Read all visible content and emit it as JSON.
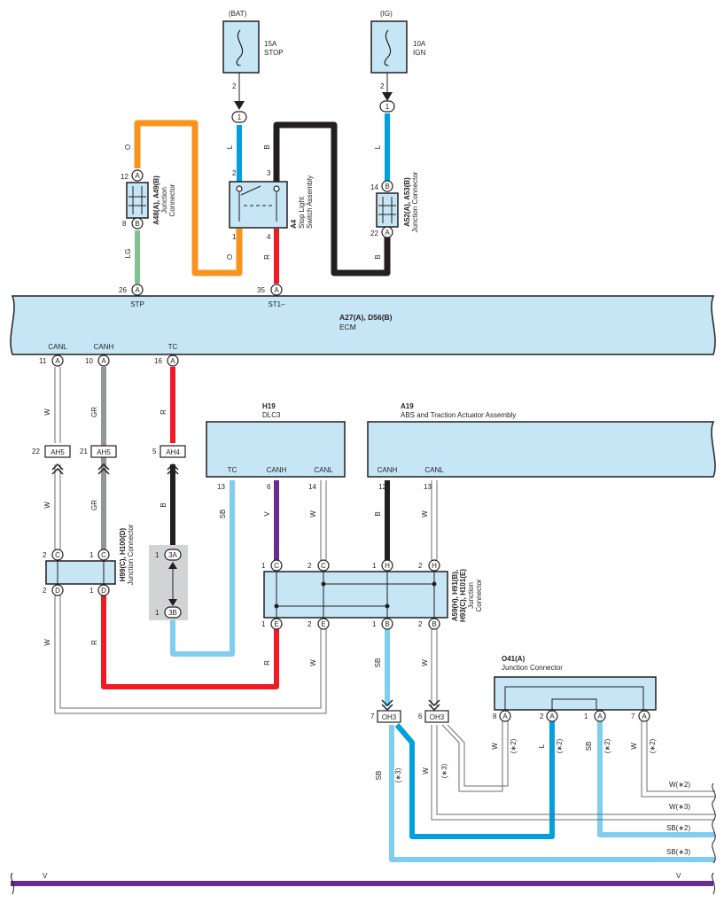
{
  "colors": {
    "component_fill": "#c6e6f5",
    "wire_orange": "#f7941d",
    "wire_blue": "#00a0e0",
    "wire_sky": "#7fcdef",
    "wire_red": "#ed1c24",
    "wire_black": "#231f20",
    "wire_green": "#7dc290",
    "wire_gray": "#939598",
    "wire_violet": "#6a2c8e",
    "wire_white_pair": "#6d6e71"
  },
  "fuses": {
    "bat": {
      "source": "(BAT)",
      "rating": "15A",
      "name": "STOP",
      "pin": "2",
      "conn": "1"
    },
    "ig": {
      "source": "(IG)",
      "rating": "10A",
      "name": "IGN",
      "pin": "2",
      "conn": "1"
    }
  },
  "junction_a48": {
    "id": "A48(A), A49(B)",
    "desc1": "Junction",
    "desc2": "Connector",
    "pin_top": "12",
    "let_top": "A",
    "pin_bot": "8",
    "let_bot": "B",
    "wire_top": "O",
    "wire_bot": "LG"
  },
  "switch_a4": {
    "id": "A4",
    "desc1": "Stop Light",
    "desc2": "Switch Assembly",
    "pins": [
      "2",
      "3",
      "1",
      "4"
    ],
    "wire_in": "L",
    "wire_b": "B",
    "wire_o": "O",
    "wire_r": "R"
  },
  "junction_a52": {
    "id": "A52(A), A53(B)",
    "desc": "Junction Connector",
    "pin_top": "14",
    "let_top": "B",
    "pin_bot": "22",
    "let_bot": "A",
    "wire_in": "L",
    "wire_out": "B"
  },
  "ecm": {
    "id": "A27(A), D56(B)",
    "name": "ECM",
    "top_pins": [
      {
        "num": "26",
        "let": "A",
        "label": "STP"
      },
      {
        "num": "35",
        "let": "A",
        "label": "ST1–"
      }
    ],
    "bottom_pins": [
      {
        "num": "11",
        "let": "A",
        "label": "CANL"
      },
      {
        "num": "10",
        "let": "A",
        "label": "CANH"
      },
      {
        "num": "16",
        "let": "A",
        "label": "TC"
      }
    ]
  },
  "ecm_wires": {
    "canl": "W",
    "canh": "GR",
    "tc": "R",
    "tc_lower": "B",
    "canl_lower": "W",
    "canh_lower": "GR",
    "h99_left": "W",
    "h99_right": "R"
  },
  "ah_connectors": [
    {
      "num": "22",
      "label": "AH5"
    },
    {
      "num": "21",
      "label": "AH5"
    },
    {
      "num": "5",
      "label": "AH4"
    }
  ],
  "junction_h99": {
    "id": "H99(C), H100(D)",
    "desc": "Junction Connector",
    "pins": [
      {
        "num": "2",
        "let": "C"
      },
      {
        "num": "1",
        "let": "C"
      },
      {
        "num": "2",
        "let": "D"
      },
      {
        "num": "1",
        "let": "D"
      }
    ]
  },
  "connector_3": {
    "top_num": "1",
    "top": "3A",
    "bot_num": "1",
    "bot": "3B"
  },
  "dlc3": {
    "id": "H19",
    "name": "DLC3",
    "pins": [
      {
        "num": "13",
        "label": "TC",
        "wire": "SB"
      },
      {
        "num": "6",
        "label": "CANH",
        "wire": "V"
      },
      {
        "num": "14",
        "label": "CANL",
        "wire": "W"
      }
    ]
  },
  "abs": {
    "id": "A19",
    "name": "ABS and Traction Actuator Assembly",
    "pins": [
      {
        "num": "12",
        "label": "CANH",
        "wire": "B"
      },
      {
        "num": "13",
        "label": "CANL",
        "wire": "W"
      }
    ]
  },
  "junction_a59": {
    "id1": "A59(H), H91(B),",
    "id2": "H93(C), H101(E)",
    "desc1": "Junction",
    "desc2": "Connector",
    "top_pins": [
      {
        "num": "1",
        "let": "C"
      },
      {
        "num": "2",
        "let": "C"
      },
      {
        "num": "1",
        "let": "H"
      },
      {
        "num": "2",
        "let": "H"
      }
    ],
    "bottom_pins": [
      {
        "num": "1",
        "let": "E"
      },
      {
        "num": "2",
        "let": "E"
      },
      {
        "num": "1",
        "let": "B"
      },
      {
        "num": "2",
        "let": "B"
      }
    ],
    "wire_r": "R",
    "wire_w": "W",
    "wire_sb": "SB",
    "wire_w2": "W"
  },
  "oh_connectors": [
    {
      "num": "7",
      "label": "OH3",
      "wire": "SB",
      "note": "(∗3)"
    },
    {
      "num": "6",
      "label": "OH3",
      "wire": "W",
      "note": "(∗3)"
    }
  ],
  "junction_o41": {
    "id": "O41(A)",
    "desc": "Junction Connector",
    "pins": [
      {
        "num": "8",
        "let": "A",
        "wire": "W",
        "note": "(∗2)"
      },
      {
        "num": "2",
        "let": "A",
        "wire": "L",
        "note": "(∗2)"
      },
      {
        "num": "1",
        "let": "A",
        "wire": "SB",
        "note": "(∗2)"
      },
      {
        "num": "7",
        "let": "A",
        "wire": "W",
        "note": "(∗2)"
      }
    ]
  },
  "continuations": [
    "W(∗2)",
    "W(∗3)",
    "SB(∗2)",
    "SB(∗3)"
  ],
  "bottom_bus": {
    "left": "V",
    "right": "V"
  }
}
